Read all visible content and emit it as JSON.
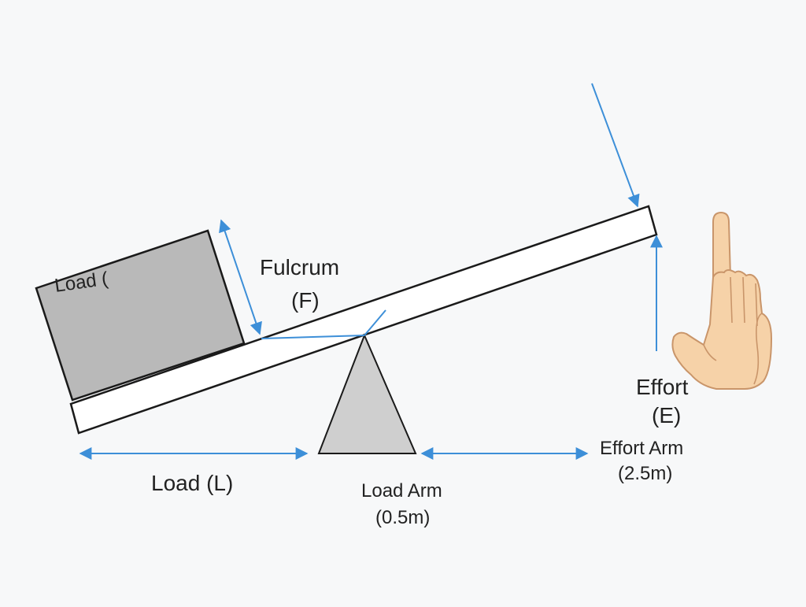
{
  "labels": {
    "box": "Load (",
    "fulcrum_line1": "Fulcrum",
    "fulcrum_line2": "(F)",
    "load": "Load (L)",
    "load_arm_line1": "Load Arm",
    "load_arm_line2": "(0.5m)",
    "effort_line1": "Effort",
    "effort_line2": "(E)",
    "effort_arm_line1": "Effort Arm",
    "effort_arm_line2": "(2.5m)"
  },
  "colors": {
    "arrow": "#3d8fd8",
    "beam_fill": "#ffffff",
    "outline": "#1a1a1a",
    "box_fill": "#b9b9b9",
    "fulcrum_fill": "#cfcfcf",
    "hand_fill": "#f6d2a8",
    "hand_outline": "#c9956a"
  },
  "icons": {
    "hand": "pointing-hand-icon"
  }
}
